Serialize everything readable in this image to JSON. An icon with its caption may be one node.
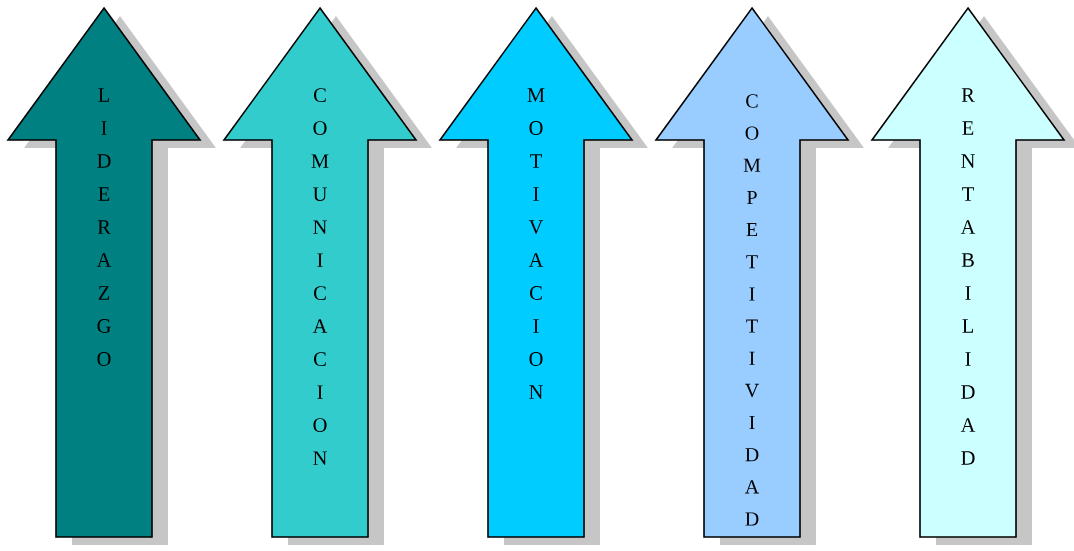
{
  "diagram": {
    "nodes": [
      {
        "text": [
          "LIDERAZGO"
        ]
      },
      {
        "text": [
          "COMUNICACION"
        ]
      },
      {
        "text": [
          "MOTIVACION"
        ]
      },
      {
        "text": [
          "COMPETITIVIDAD"
        ]
      },
      {
        "text": [
          "RENTABILIDAD"
        ]
      }
    ]
  }
}
